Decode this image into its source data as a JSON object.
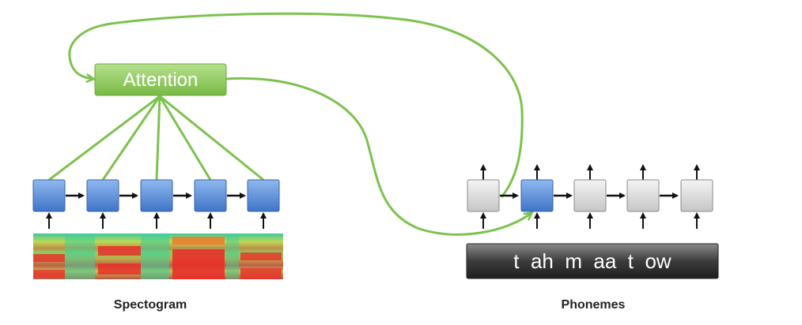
{
  "attention": {
    "label": "Attention"
  },
  "phonemes": {
    "text": "t  ah  m  aa  t  ow"
  },
  "captions": {
    "left": "Spectogram",
    "right": "Phonemes"
  },
  "encoder": {
    "cell_count": 5
  },
  "decoder": {
    "cell_count": 5,
    "active_index": 1
  },
  "colors": {
    "encoder_cell": "#5b8ed8",
    "decoder_cell": "#d9d9d9",
    "decoder_active": "#5b8ed8",
    "attention_box": "#8ccc5a",
    "connection_line": "#7cc24e",
    "arrow": "#111111",
    "phoneme_bar": "#333333"
  }
}
